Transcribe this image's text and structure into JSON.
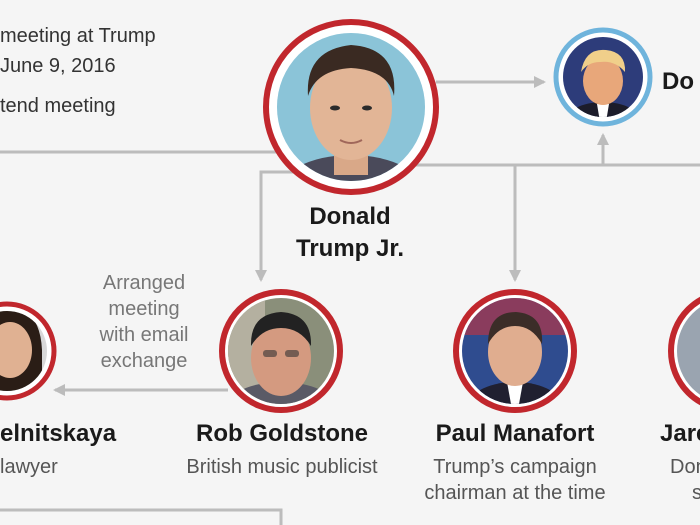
{
  "colors": {
    "background": "#f5f5f5",
    "connector": "#bcbcbc",
    "ring_red": "#c1272d",
    "ring_blue": "#6fb4dc",
    "name_text": "#1a1a1a",
    "role_text": "#555555",
    "note_text": "#777777"
  },
  "legend": {
    "line1": "meeting at Trump",
    "line2": "June 9, 2016",
    "line3": "tend meeting"
  },
  "people": {
    "trump_jr": {
      "name_line1": "Donald",
      "name_line2": "Trump Jr.",
      "ring": "red",
      "photo": "portrait-photo"
    },
    "trump_sr": {
      "name": "Do",
      "ring": "blue",
      "photo": "portrait-photo"
    },
    "veselnitskaya": {
      "name": "elnitskaya",
      "role": "lawyer",
      "ring": "red",
      "photo": "portrait-photo"
    },
    "goldstone": {
      "name": "Rob Goldstone",
      "role": "British music publicist",
      "ring": "red",
      "photo": "portrait-photo"
    },
    "manafort": {
      "name": "Paul Manafort",
      "role_line1": "Trump’s campaign",
      "role_line2": "chairman at the time",
      "ring": "red",
      "photo": "portrait-photo"
    },
    "kushner": {
      "name": "Jare",
      "role_line1": "Don",
      "role_line2": "s",
      "ring": "red",
      "photo": "portrait-photo"
    }
  },
  "annotations": {
    "arranged_meeting": {
      "line1": "Arranged",
      "line2": "meeting",
      "line3": "with email",
      "line4": "exchange"
    }
  }
}
